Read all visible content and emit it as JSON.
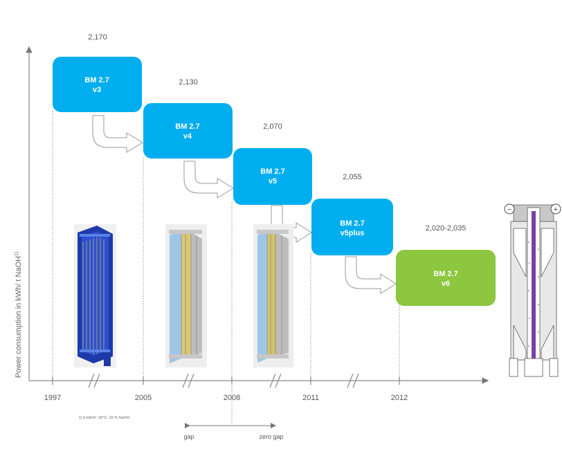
{
  "y_axis_label": "Power consumption in kWh/ t NaOH",
  "y_axis_label_sup": "1)",
  "versions": [
    {
      "line1": "BM 2.7",
      "line2": "v3",
      "value": "2,170",
      "year": "1997",
      "color": "#00aeef"
    },
    {
      "line1": "BM 2.7",
      "line2": "v4",
      "value": "2,130",
      "year": "2005",
      "color": "#00aeef"
    },
    {
      "line1": "BM 2.7",
      "line2": "v5",
      "value": "2,070",
      "year": "2008",
      "color": "#00aeef"
    },
    {
      "line1": "BM 2.7",
      "line2": "v5plus",
      "value": "2,055",
      "year": "2011",
      "color": "#00aeef"
    },
    {
      "line1": "BM 2.7",
      "line2": "v6",
      "value": "2,020-2,035",
      "year": "2012",
      "color": "#8dc63f"
    }
  ],
  "footnote": "1) 6 kA/m², 90°C, 32 % NaOH",
  "gap_left_label": "gap",
  "gap_right_label": "zero gap",
  "electrolyzer_images": [
    "blue-electrolyzer-frame",
    "gap-cell-cross-section",
    "zero-gap-cell-cross-section",
    "v6-cell-schematic"
  ],
  "polarity": {
    "minus": "−",
    "plus": "+"
  }
}
